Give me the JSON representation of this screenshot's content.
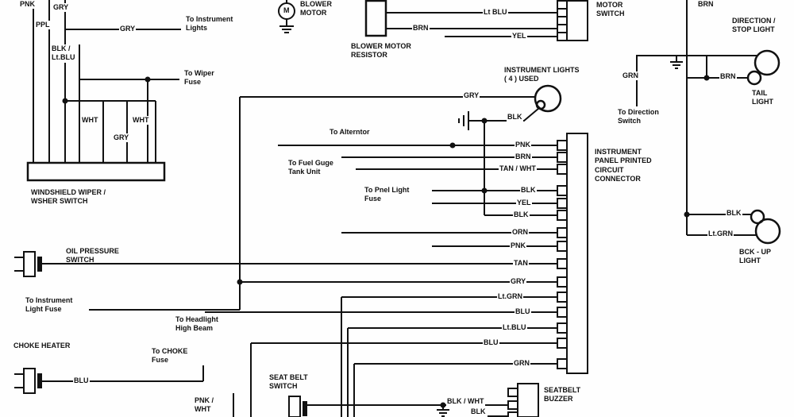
{
  "wiper": {
    "pnk": "PNK",
    "gry_top": "GRY",
    "ppl": "PPL",
    "gry_branch": "GRY",
    "to_instrument_lights": "To Instrument\nLights",
    "blk_ltblu": "BLK /\nLt.BLU",
    "to_wiper_fuse": "To Wiper\nFuse",
    "wht_1": "WHT",
    "wht_2": "WHT",
    "gry_lower": "GRY",
    "switch_label": "WINDSHIELD WIPER /\nWSHER SWITCH"
  },
  "blower": {
    "motor_symbol": "M",
    "motor_label": "BLOWER\nMOTOR",
    "resistor_label": "BLOWER MOTOR\nRESISTOR",
    "brn": "BRN",
    "lt_blu": "Lt BLU",
    "yel": "YEL",
    "switch_label": "MOTOR\nSWITCH"
  },
  "right_lights": {
    "brn_top": "BRN",
    "direction_label": "DIRECTION /\nSTOP LIGHT",
    "grn": "GRN",
    "brn_tail": "BRN",
    "tail_label": "TAIL\nLIGHT",
    "to_direction_switch": "To Direction\nSwitch",
    "blk": "BLK",
    "lt_grn": "Lt.GRN",
    "backup_label": "BCK - UP\nLIGHT"
  },
  "instrument": {
    "lights_label": "INSTRUMENT LIGHTS\n( 4 ) USED",
    "gry": "GRY",
    "blk": "BLK",
    "to_alternator": "To Alterntor",
    "to_fuel_gauge": "To Fuel Guge\nTank Unit",
    "to_panel_light_fuse": "To Pnel Light\nFuse",
    "connector_label": "INSTRUMENT\nPANEL PRINTED\nCIRCUIT\nCONNECTOR",
    "wires": [
      "PNK",
      "BRN",
      "TAN / WHT",
      "BLK",
      "YEL",
      "BLK",
      "ORN",
      "PNK",
      "TAN",
      "GRY",
      "Lt.GRN",
      "BLU",
      "Lt.BLU",
      "BLU",
      "GRN"
    ]
  },
  "left": {
    "oil_pressure_label": "OIL PRESSURE\nSWITCH",
    "to_instrument_light_fuse": "To Instrument\nLight Fuse",
    "to_headlight_high_beam": "To Headlight\nHigh Beam",
    "choke_heater_label": "CHOKE HEATER",
    "to_choke_fuse": "To CHOKE\nFuse",
    "blu": "BLU",
    "pnk_wht": "PNK /\nWHT"
  },
  "bottom": {
    "seat_belt_switch_label": "SEAT BELT\nSWITCH",
    "blk_wht": "BLK / WHT",
    "blk": "BLK",
    "buzzer_label": "SEATBELT\nBUZZER"
  },
  "colors": {
    "line": "#111111",
    "background": "#fefefe"
  }
}
